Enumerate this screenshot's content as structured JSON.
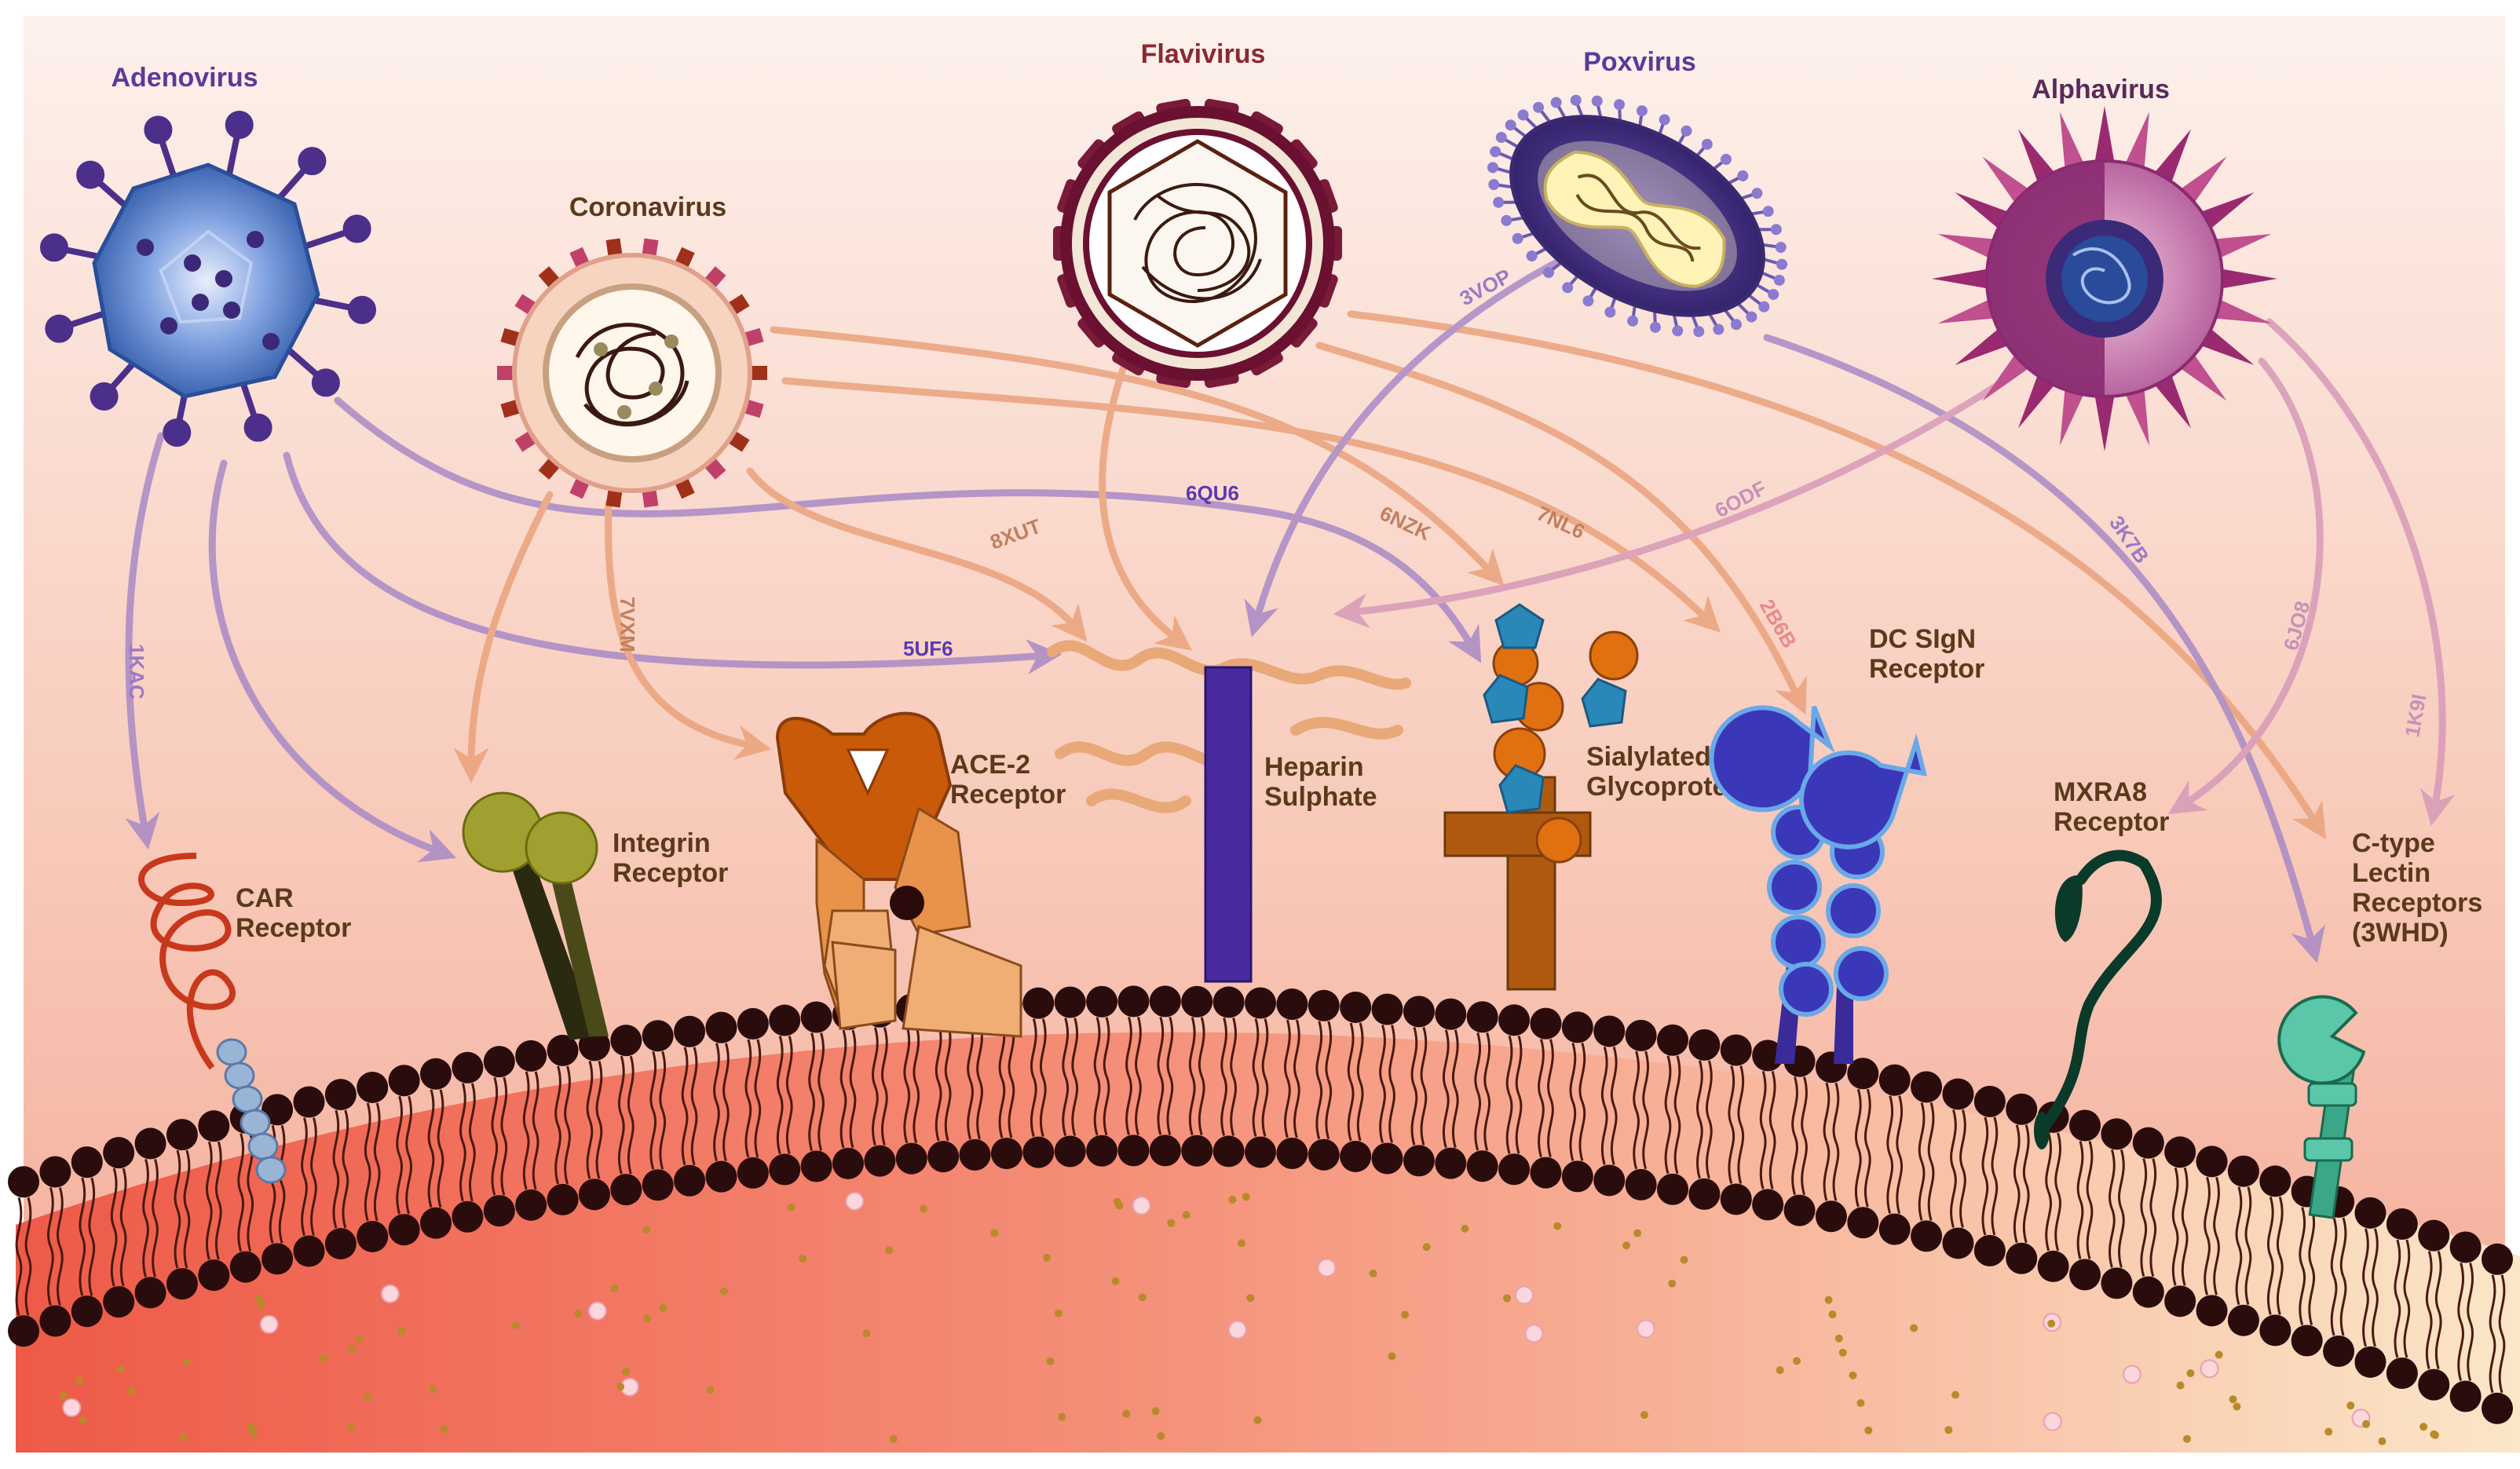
{
  "colors": {
    "bg_top": "#fdf1ec",
    "bg_mid": "#f7c0ad",
    "cell_left": "#ee5a48",
    "cell_right": "#fbe6c8",
    "lipid_head": "#2a0c0c",
    "adeno": "#5a3a9a",
    "corona": "#e3946a",
    "flavi": "#e59270",
    "pox": "#9a80c0",
    "alpha": "#c78ab8"
  },
  "viruses": {
    "adenovirus": "Adenovirus",
    "coronavirus": "Coronavirus",
    "flavivirus": "Flavivirus",
    "poxvirus": "Poxvirus",
    "alphavirus": "Alphavirus"
  },
  "receptors": {
    "car": [
      "CAR",
      "Receptor"
    ],
    "integrin": [
      "Integrin",
      "Receptor"
    ],
    "ace2": [
      "ACE-2",
      "Receptor"
    ],
    "heparin": [
      "Heparin",
      "Sulphate"
    ],
    "sialylated": [
      "Sialylated",
      "Glycoproteins"
    ],
    "dcsign": [
      "DC SIgN",
      "Receptor"
    ],
    "mxra8": [
      "MXRA8",
      "Receptor"
    ],
    "ctype": [
      "C-type",
      "Lectin",
      "Receptors",
      "(3WHD)"
    ]
  },
  "pdb": {
    "kac": "1KAC",
    "vxm": "7VXM",
    "xut": "8XUT",
    "uf6": "5UF6",
    "qu6": "6QU6",
    "nzk": "6NZK",
    "nl6": "7NL6",
    "vop": "3VOP",
    "odf": "6ODF",
    "b6b": "2B6B",
    "k7b": "3K7B",
    "jo8": "6JO8",
    "k9i": "1K9I"
  }
}
